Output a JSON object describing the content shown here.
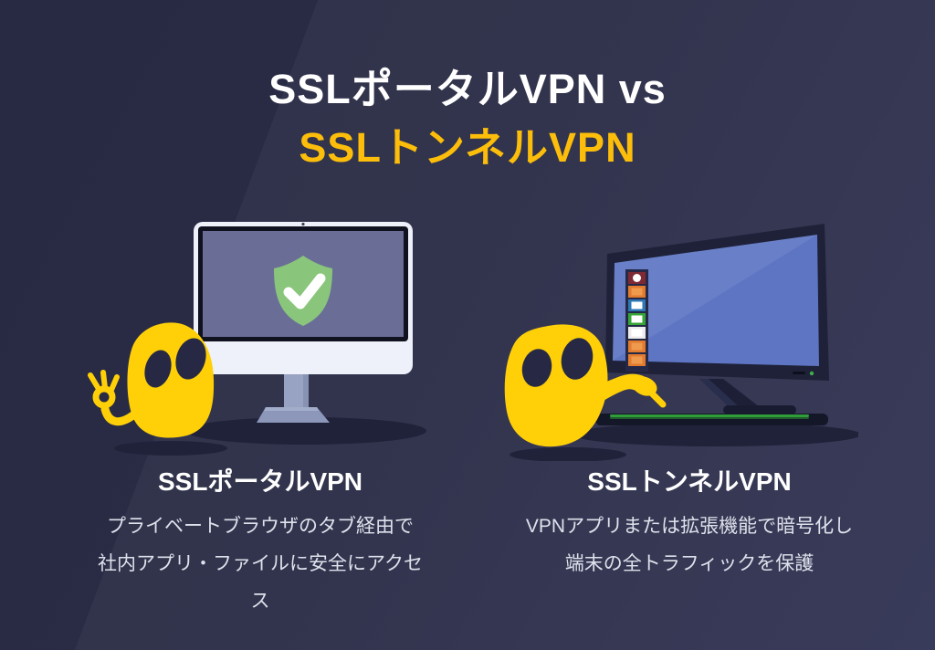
{
  "title": {
    "line1": "SSLポータルVPN vs",
    "line2": "SSLトンネルVPN",
    "line1_color": "#ffffff",
    "line2_color": "#fcbe0a"
  },
  "colors": {
    "background": "#2a2c46",
    "accent_yellow": "#fcbe0a",
    "mascot_yellow": "#ffd008",
    "shield_green": "#8ac57c",
    "imac_screen": "#6a6e97",
    "imac_chin": "#eef1f9",
    "imac_stand": "#94a0c0",
    "desktop_screen": "#5d75c3",
    "desktop_bezel": "#1e2138",
    "keyboard_glow": "#2f9e3a",
    "eye_color": "#272944",
    "body_text": "#dfe1ec"
  },
  "left": {
    "heading": "SSLポータルVPN",
    "desc_lines": [
      "プライベートブラウザのタブ経由で",
      "社内アプリ・ファイルに安全にアクセ",
      "ス"
    ],
    "illustration": {
      "monitor": "imac-monitor",
      "icon": "shield-check-icon",
      "mascot": "cyberghost-mascot-ok-gesture"
    }
  },
  "right": {
    "heading": "SSLトンネルVPN",
    "desc_lines": [
      "VPNアプリまたは拡張機能で暗号化し",
      "端末の全トラフィックを保護"
    ],
    "illustration": {
      "monitor": "desktop-monitor-with-keyboard",
      "icon": "app-dock-icons",
      "mascot": "cyberghost-mascot-pointing"
    }
  },
  "dock_icons": [
    {
      "name": "dock-icon-1",
      "tile": "#7e2a35",
      "inner": "#ffffff",
      "shape": "circle"
    },
    {
      "name": "dock-icon-2",
      "tile": "#e07b2f",
      "inner": "#ef9a4d",
      "shape": "square"
    },
    {
      "name": "dock-icon-3",
      "tile": "#2d77b5",
      "inner": "#ffffff",
      "shape": "square"
    },
    {
      "name": "dock-icon-4",
      "tile": "#36a436",
      "inner": "#ffffff",
      "shape": "square"
    },
    {
      "name": "dock-icon-5",
      "tile": "#ececec",
      "inner": "#ffffff",
      "shape": "square"
    },
    {
      "name": "dock-icon-6",
      "tile": "#e07b2f",
      "inner": "#ef9a4d",
      "shape": "square"
    },
    {
      "name": "dock-icon-7",
      "tile": "#e07b2f",
      "inner": "#ef9a4d",
      "shape": "square"
    }
  ]
}
